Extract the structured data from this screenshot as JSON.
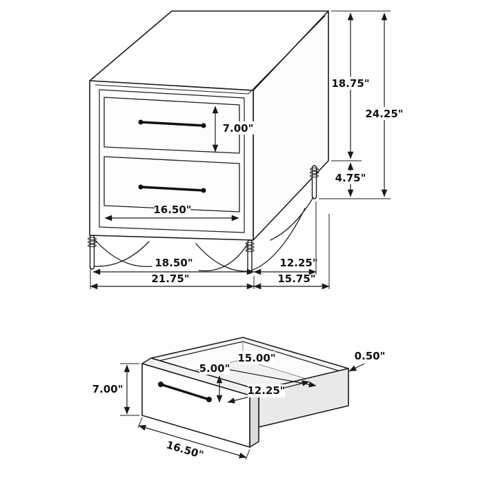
{
  "nightstand": {
    "drawer_front_height": "7.00\"",
    "case_height": "18.75\"",
    "overall_height": "24.25\"",
    "leg_height": "4.75\"",
    "drawer_width": "16.50\"",
    "front_leg_span": "18.50\"",
    "side_leg_span": "12.25\"",
    "overall_width": "21.75\"",
    "overall_depth": "15.75\""
  },
  "drawer": {
    "interior_width": "15.00\"",
    "interior_height": "5.00\"",
    "interior_depth": "12.25\"",
    "wall_thickness": "0.50\"",
    "front_height": "7.00\"",
    "front_width": "16.50\""
  },
  "colors": {
    "line": "#1a1a1a",
    "background": "#ffffff"
  }
}
